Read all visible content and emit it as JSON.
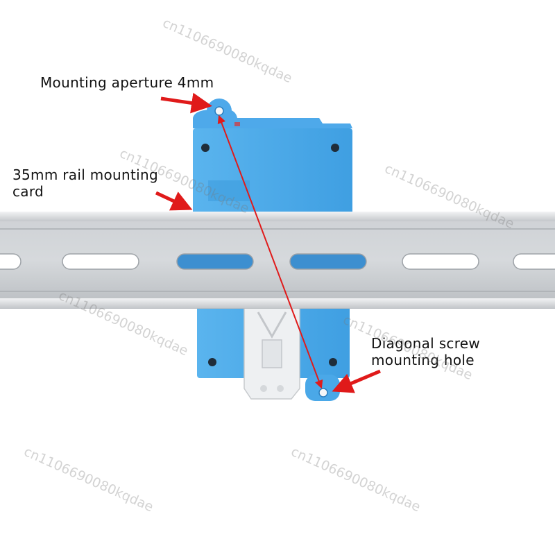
{
  "labels": {
    "aperture": "Mounting aperture 4mm",
    "rail_line1": "35mm rail mounting",
    "rail_line2": "card",
    "diag_line1": "Diagonal screw",
    "diag_line2": "mounting hole"
  },
  "watermark": "cn1106690080kqdae",
  "colors": {
    "module_blue": "#4aa8e8",
    "rail_silver": "#c9ccd0",
    "clip_white": "#eef0f2",
    "arrow_red": "#e01a1a"
  },
  "icons": [
    "red-arrow-icon",
    "red-double-arrow-icon"
  ]
}
